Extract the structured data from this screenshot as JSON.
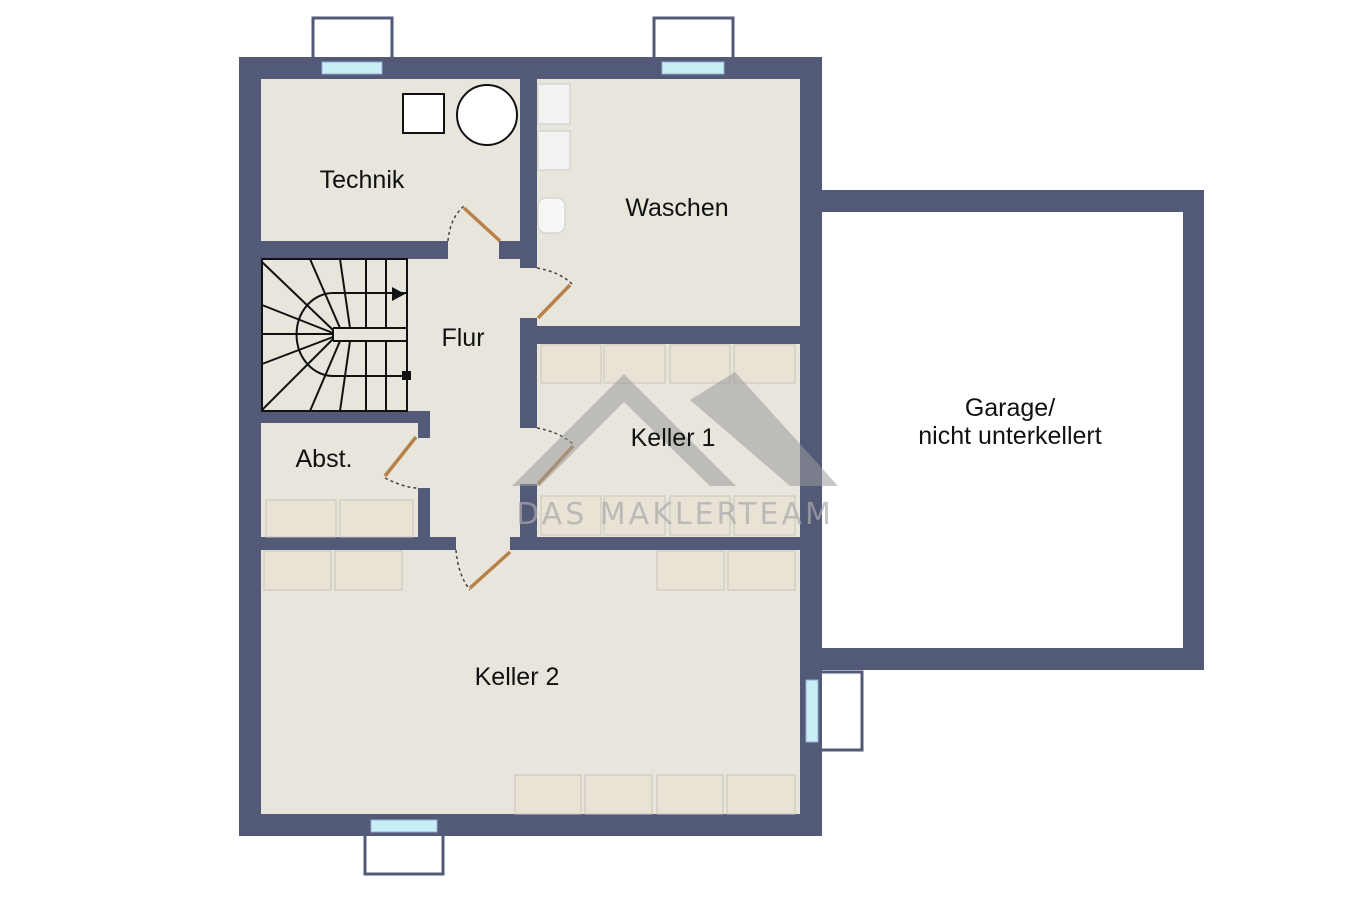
{
  "rooms": {
    "technik": "Technik",
    "waschen": "Waschen",
    "flur": "Flur",
    "keller1": "Keller 1",
    "abst": "Abst.",
    "garage_line1": "Garage/",
    "garage_line2": "nicht unterkellert",
    "keller2": "Keller 2"
  },
  "watermark": "DAS MAKLERTEAM",
  "colors": {
    "wall": "#535a78",
    "floor": "#e8e5dc",
    "door": "#b9814a"
  }
}
